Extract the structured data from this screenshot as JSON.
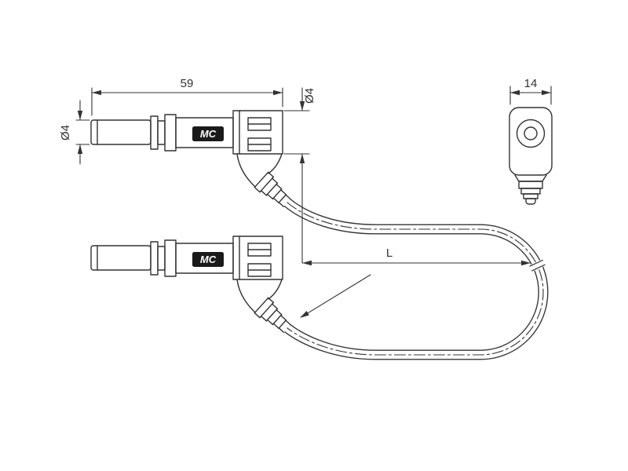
{
  "drawing": {
    "type": "technical-dimension-drawing",
    "subject": "right-angle stackable test plug with cable loop, two plugs and end view",
    "colors": {
      "line": "#333333",
      "background": "#ffffff",
      "brand_bg": "#1a1a1a",
      "brand_text": "#ffffff"
    }
  },
  "dimensions": {
    "plug_length": "59",
    "pin_diameter": "Ø4",
    "body_diameter": "Ø4",
    "end_view_width": "14",
    "cable_length": "L"
  },
  "labels": {
    "brand": "MC"
  }
}
